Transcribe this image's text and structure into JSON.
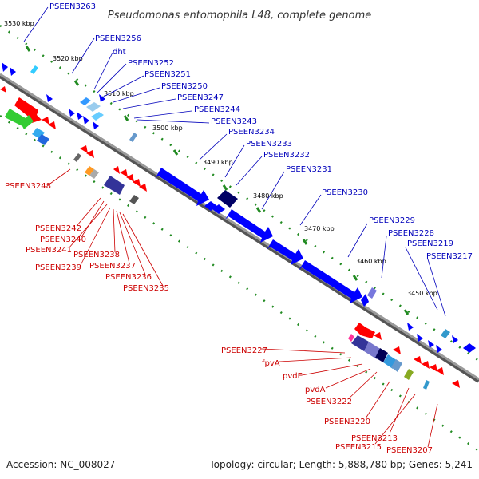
{
  "title": "Pseudomonas entomophila L48, complete genome",
  "footer": {
    "accession": "Accession: NC_008027",
    "summary": "Topology: circular; Length: 5,888,780 bp; Genes: 5,241"
  },
  "colors": {
    "backbone": "#7f7f7f",
    "forward_gene": "#0000ff",
    "reverse_gene": "#ff0000",
    "top_label": "#0000bb",
    "bottom_label": "#cc0000",
    "tick": "#228b22"
  },
  "ticks": [
    "3530 kbp",
    "3520 kbp",
    "3510 kbp",
    "3500 kbp",
    "3490 kbp",
    "3480 kbp",
    "3470 kbp",
    "3460 kbp",
    "3450 kbp"
  ],
  "top_labels": [
    "PSEEN3263",
    "PSEEN3256",
    "dht",
    "PSEEN3252",
    "PSEEN3251",
    "PSEEN3250",
    "PSEEN3247",
    "PSEEN3244",
    "PSEEN3243",
    "PSEEN3234",
    "PSEEN3233",
    "PSEEN3232",
    "PSEEN3231",
    "PSEEN3230",
    "PSEEN3229",
    "PSEEN3228",
    "PSEEN3219",
    "PSEEN3217"
  ],
  "bottom_labels": [
    "PSEEN3248",
    "PSEEN3242",
    "PSEEN3240",
    "PSEEN3241",
    "PSEEN3239",
    "PSEEN3238",
    "PSEEN3237",
    "PSEEN3236",
    "PSEEN3235",
    "PSEEN3227",
    "fpvA",
    "pvdE",
    "pvdA",
    "PSEEN3222",
    "PSEEN3220",
    "PSEEN3213",
    "PSEEN3215",
    "PSEEN3207"
  ]
}
